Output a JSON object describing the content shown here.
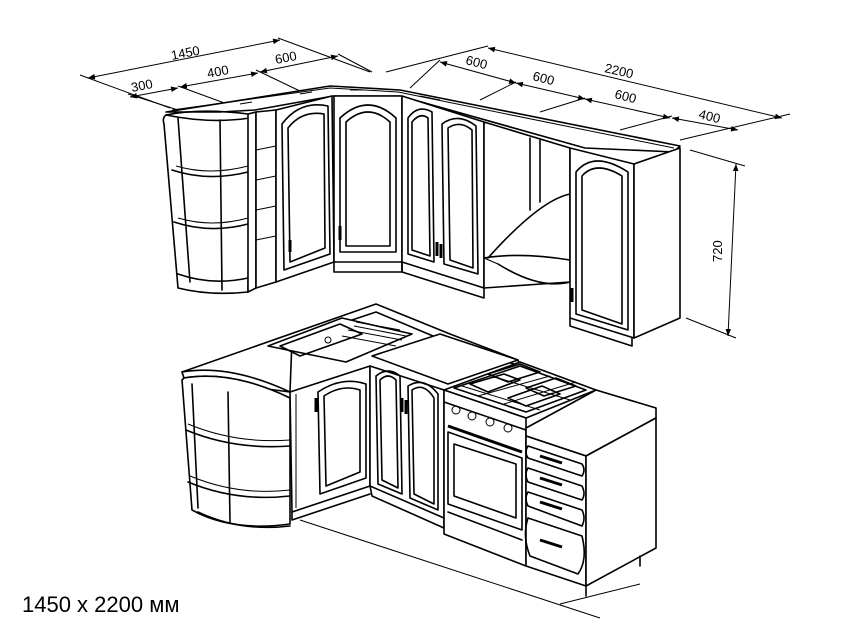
{
  "caption": "1450 x 2200 мм",
  "dimensions": {
    "left_total": "1450",
    "left_300": "300",
    "left_400": "400",
    "left_600": "600",
    "right_total": "2200",
    "right_600a": "600",
    "right_600b": "600",
    "right_600c": "600",
    "right_400": "400",
    "height": "720"
  }
}
